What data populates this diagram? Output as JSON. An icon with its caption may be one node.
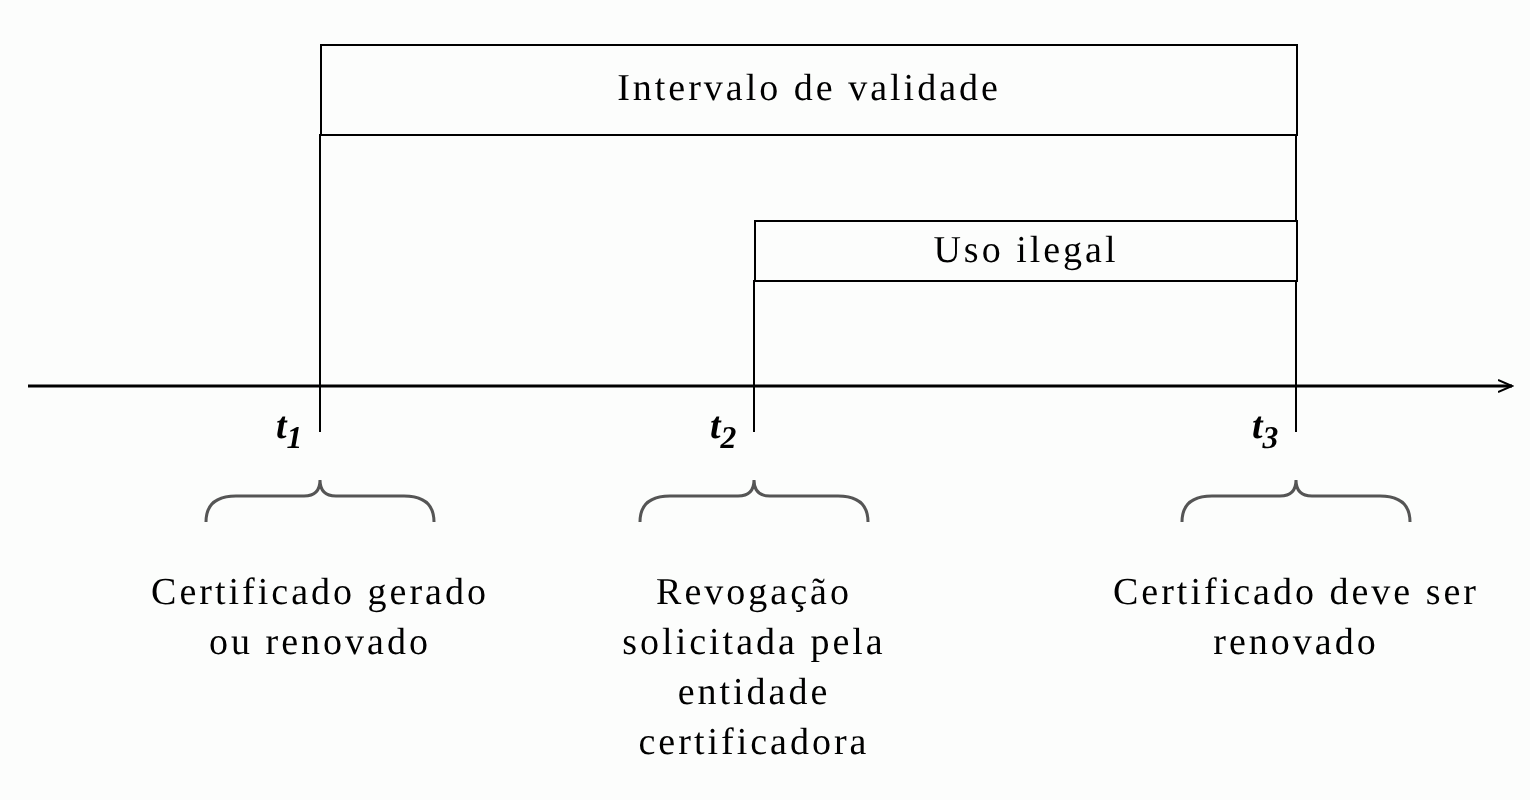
{
  "diagram": {
    "nodes": [
      {
        "text": [
          "Intervalo de validade"
        ]
      },
      {
        "text": [
          "Uso ilegal"
        ]
      }
    ],
    "labels": [
      "t$_{1}$",
      "t$_{2}$",
      "t$_{3}$",
      "Certificado gerado ou renovado",
      "Revogação solicitada pela entidade certificadora",
      "Certificado deve ser renovado"
    ]
  }
}
